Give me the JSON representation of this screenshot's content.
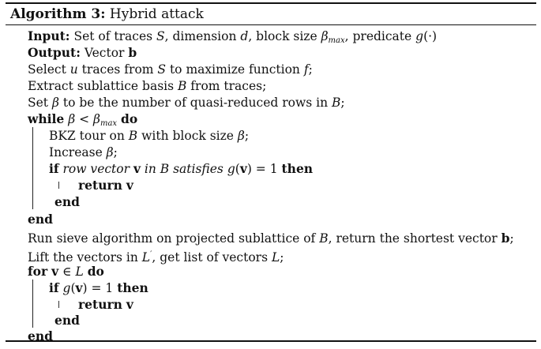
{
  "algorithm": {
    "label": "Algorithm 3:",
    "title": "Hybrid attack"
  },
  "lines": {
    "input_kw": "Input:",
    "input_text_a": "Set of traces ",
    "input_S": "S",
    "input_text_b": ", dimension ",
    "input_d": "d",
    "input_text_c": ", block size ",
    "input_beta": "β",
    "input_beta_sub": "max",
    "input_text_d": ", predicate ",
    "input_g": "g",
    "input_g_arg": "(·)",
    "output_kw": "Output:",
    "output_text": "Vector ",
    "output_b": "b",
    "l3_a": "Select ",
    "l3_u": "u",
    "l3_b": " traces from ",
    "l3_S": "S",
    "l3_c": " to maximize function ",
    "l3_f": "f",
    "l3_d": ";",
    "l4_a": "Extract sublattice basis ",
    "l4_B": "B",
    "l4_b": " from traces;",
    "l5_a": "Set ",
    "l5_beta": "β",
    "l5_b": " to be the number of quasi-reduced rows in ",
    "l5_B": "B",
    "l5_c": ";",
    "while_kw": "while",
    "while_beta": "β",
    "while_lt": " < ",
    "while_beta2": "β",
    "while_sub": "max",
    "while_do": "do",
    "l7_a": "BKZ tour on ",
    "l7_B": "B",
    "l7_b": " with block size ",
    "l7_beta": "β",
    "l7_c": ";",
    "l8_a": "Increase ",
    "l8_beta": "β",
    "l8_b": ";",
    "if1_kw": "if",
    "if1_a": "row vector ",
    "if1_v": "v",
    "if1_b": " in ",
    "if1_B": "B",
    "if1_c": " satisfies ",
    "if1_g": "g",
    "if1_d": "(",
    "if1_v2": "v",
    "if1_e": ") = 1",
    "if1_then": "then",
    "ret1_kw": "return",
    "ret1_v": "v",
    "end1": "end",
    "end_while": "end",
    "l13_a": "Run sieve algorithm on projected sublattice of ",
    "l13_B": "B",
    "l13_b": ", return the shortest vector ",
    "l13_bvec": "b",
    "l13_c": ";",
    "l14_a": "Lift the vectors in ",
    "l14_L": "L",
    "l14_prime": "′",
    "l14_b": ", get list of vectors ",
    "l14_L2": "L",
    "l14_c": ";",
    "for_kw": "for",
    "for_v": "v",
    "for_in": " ∈ ",
    "for_L": "L",
    "for_do": "do",
    "if2_kw": "if",
    "if2_g": "g",
    "if2_a": "(",
    "if2_v": "v",
    "if2_b": ") = 1",
    "if2_then": "then",
    "ret2_kw": "return",
    "ret2_v": "v",
    "end2": "end",
    "end_for": "end"
  }
}
